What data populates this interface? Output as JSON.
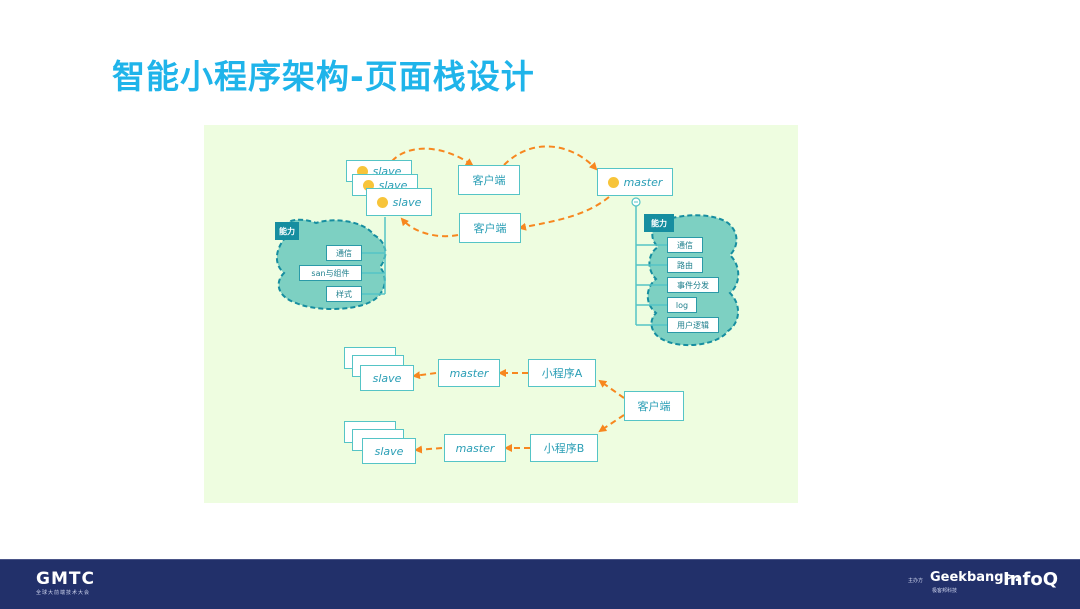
{
  "slide": {
    "title": "智能小程序架构-页面栈设计"
  },
  "diagram": {
    "top": {
      "slave_stack": [
        "slave",
        "slave",
        "slave"
      ],
      "client_top": "客户端",
      "client_bottom": "客户端",
      "master": "master",
      "left_capability": {
        "tag": "能力",
        "items": [
          "通信",
          "san与组件",
          "样式"
        ]
      },
      "right_capability": {
        "tag": "能力",
        "items": [
          "通信",
          "路由",
          "事件分发",
          "log",
          "用户逻辑"
        ]
      }
    },
    "bottom": {
      "client": "客户端",
      "app_a": {
        "name": "小程序A",
        "master": "master",
        "slave": "slave"
      },
      "app_b": {
        "name": "小程序B",
        "master": "master",
        "slave": "slave"
      }
    },
    "colors": {
      "background": "#eefde0",
      "node_border": "#55c4c6",
      "node_text": "#2a9eb5",
      "arrow": "#f7871f",
      "cloud_fill": "#7dd0c2",
      "cloud_border": "#168ea0",
      "tag": "#168ea0"
    }
  },
  "footer": {
    "left_logo": "GMTC",
    "left_subtitle": "全球大前端技术大会",
    "host_label": "主办方",
    "geekbang": "Geekbang>.",
    "geekbang_subtitle": "极客邦科技",
    "infoq": "InfoQ",
    "background": "#22306a"
  }
}
